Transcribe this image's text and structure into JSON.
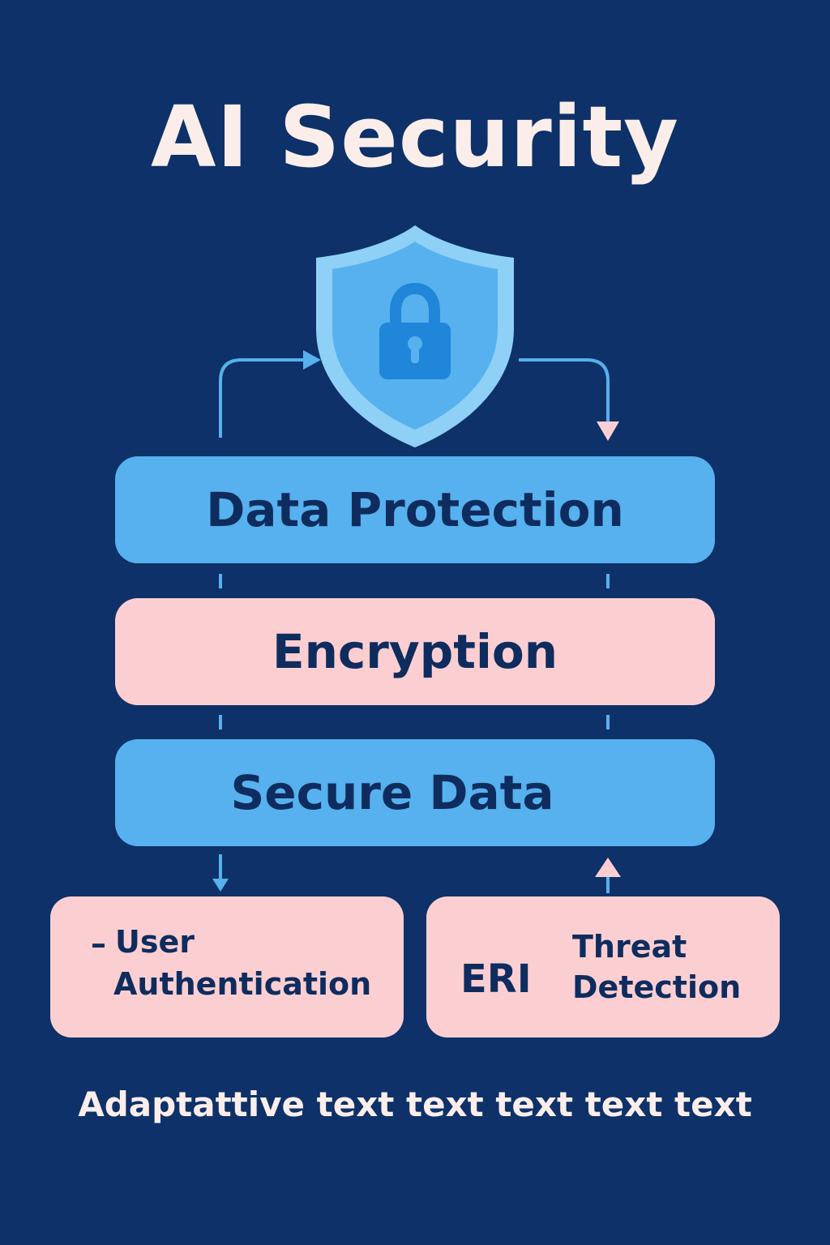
{
  "title": "AI Security",
  "icons": {
    "shield": "shield-icon",
    "lock": "lock-icon"
  },
  "layers": [
    {
      "label": "Data Protection",
      "color": "#56b1ee"
    },
    {
      "label": "Encryption",
      "color": "#fbcfd2"
    },
    {
      "label": "Secure Data",
      "color": "#56b1ee"
    }
  ],
  "cards": {
    "left": {
      "prefix": "–",
      "line1": "User",
      "line2": "Authentication"
    },
    "right": {
      "code": "ERI",
      "line1": "Threat",
      "line2": "Detection"
    }
  },
  "footer": "Adaptattive text text text text text",
  "colors": {
    "background": "#0d3168",
    "accent_blue": "#56b1ee",
    "accent_pink": "#fbcfd2",
    "text_dark": "#0f2c5e",
    "text_light": "#fbeeea"
  }
}
